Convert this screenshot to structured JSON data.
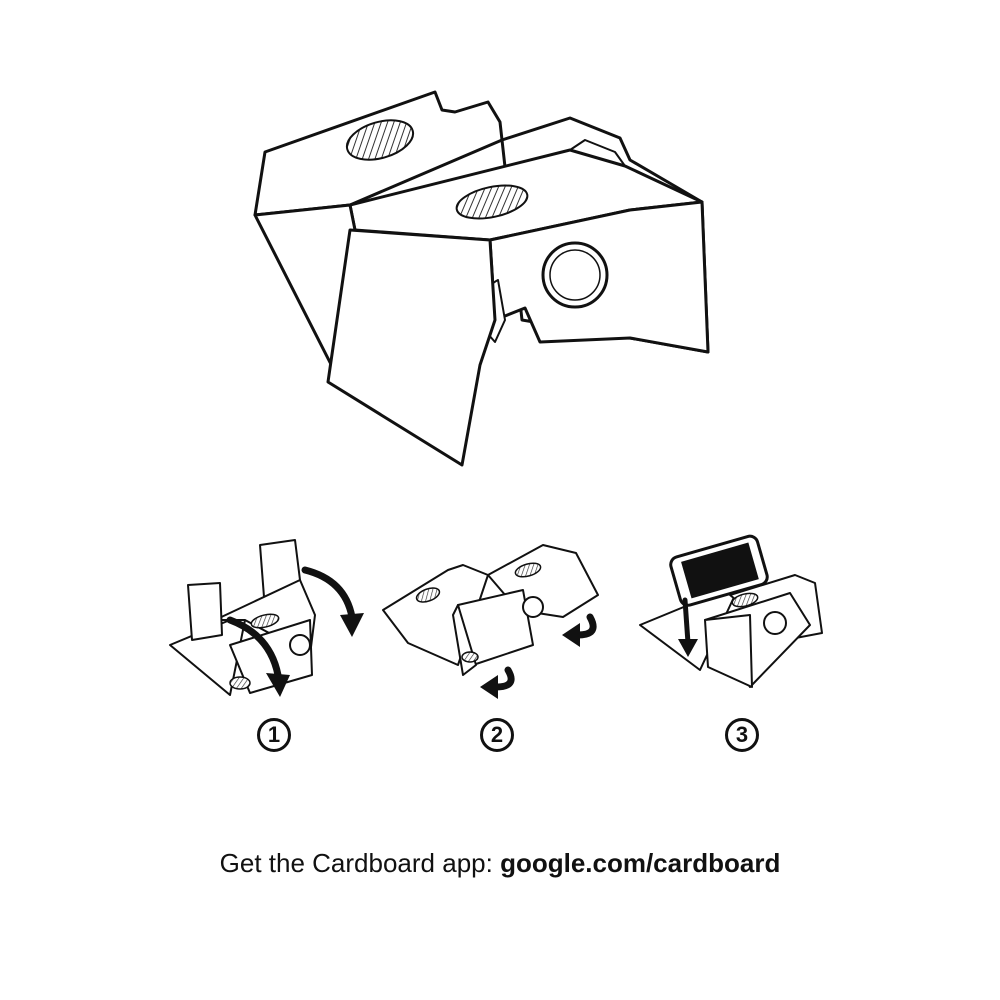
{
  "steps": [
    {
      "number": "1"
    },
    {
      "number": "2"
    },
    {
      "number": "3"
    }
  ],
  "footer": {
    "prefix": "Get the Cardboard app: ",
    "url": "google.com/cardboard"
  },
  "icons": [
    "cardboard-viewer-illustration",
    "fold-step-illustration",
    "phone-insert-illustration"
  ]
}
